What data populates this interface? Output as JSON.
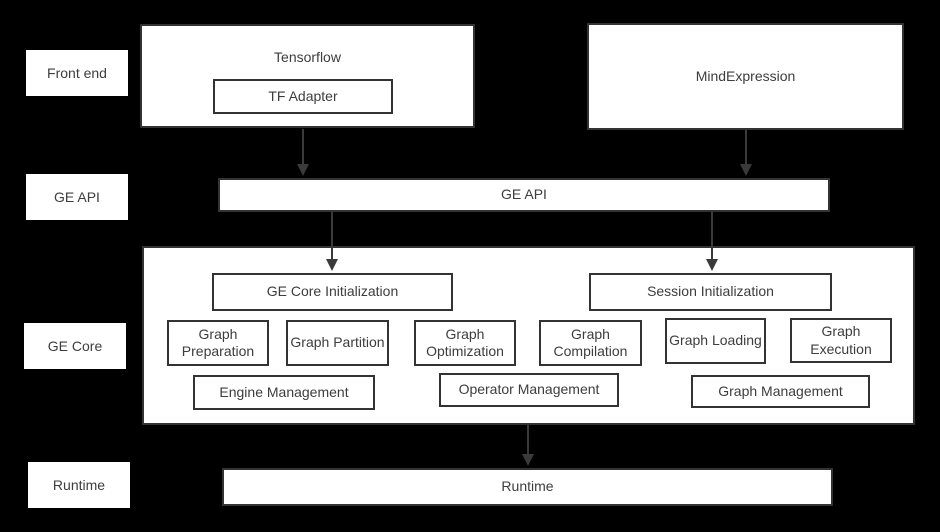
{
  "colors": {
    "background": "#000000",
    "box_fill": "#ffffff",
    "box_border": "#333333",
    "text": "#3d3d3d",
    "arrow": "#3a3a3a"
  },
  "side_labels": [
    {
      "label": "Front end"
    },
    {
      "label": "GE API"
    },
    {
      "label": "GE Core"
    },
    {
      "label": "Runtime"
    }
  ],
  "front_end": {
    "tensorflow": "Tensorflow",
    "tf_adapter": "TF Adapter",
    "mind_expression": "MindExpression"
  },
  "ge_api_bar": {
    "label": "GE API"
  },
  "ge_core": {
    "init_boxes": [
      "GE Core Initialization",
      "Session Initialization"
    ],
    "stage_boxes": [
      "Graph Preparation",
      "Graph Partition",
      "Graph Optimization",
      "Graph Compilation",
      "Graph Loading",
      "Graph Execution"
    ],
    "management_boxes": [
      "Engine Management",
      "Operator Management",
      "Graph Management"
    ]
  },
  "runtime_bar": {
    "label": "Runtime"
  }
}
